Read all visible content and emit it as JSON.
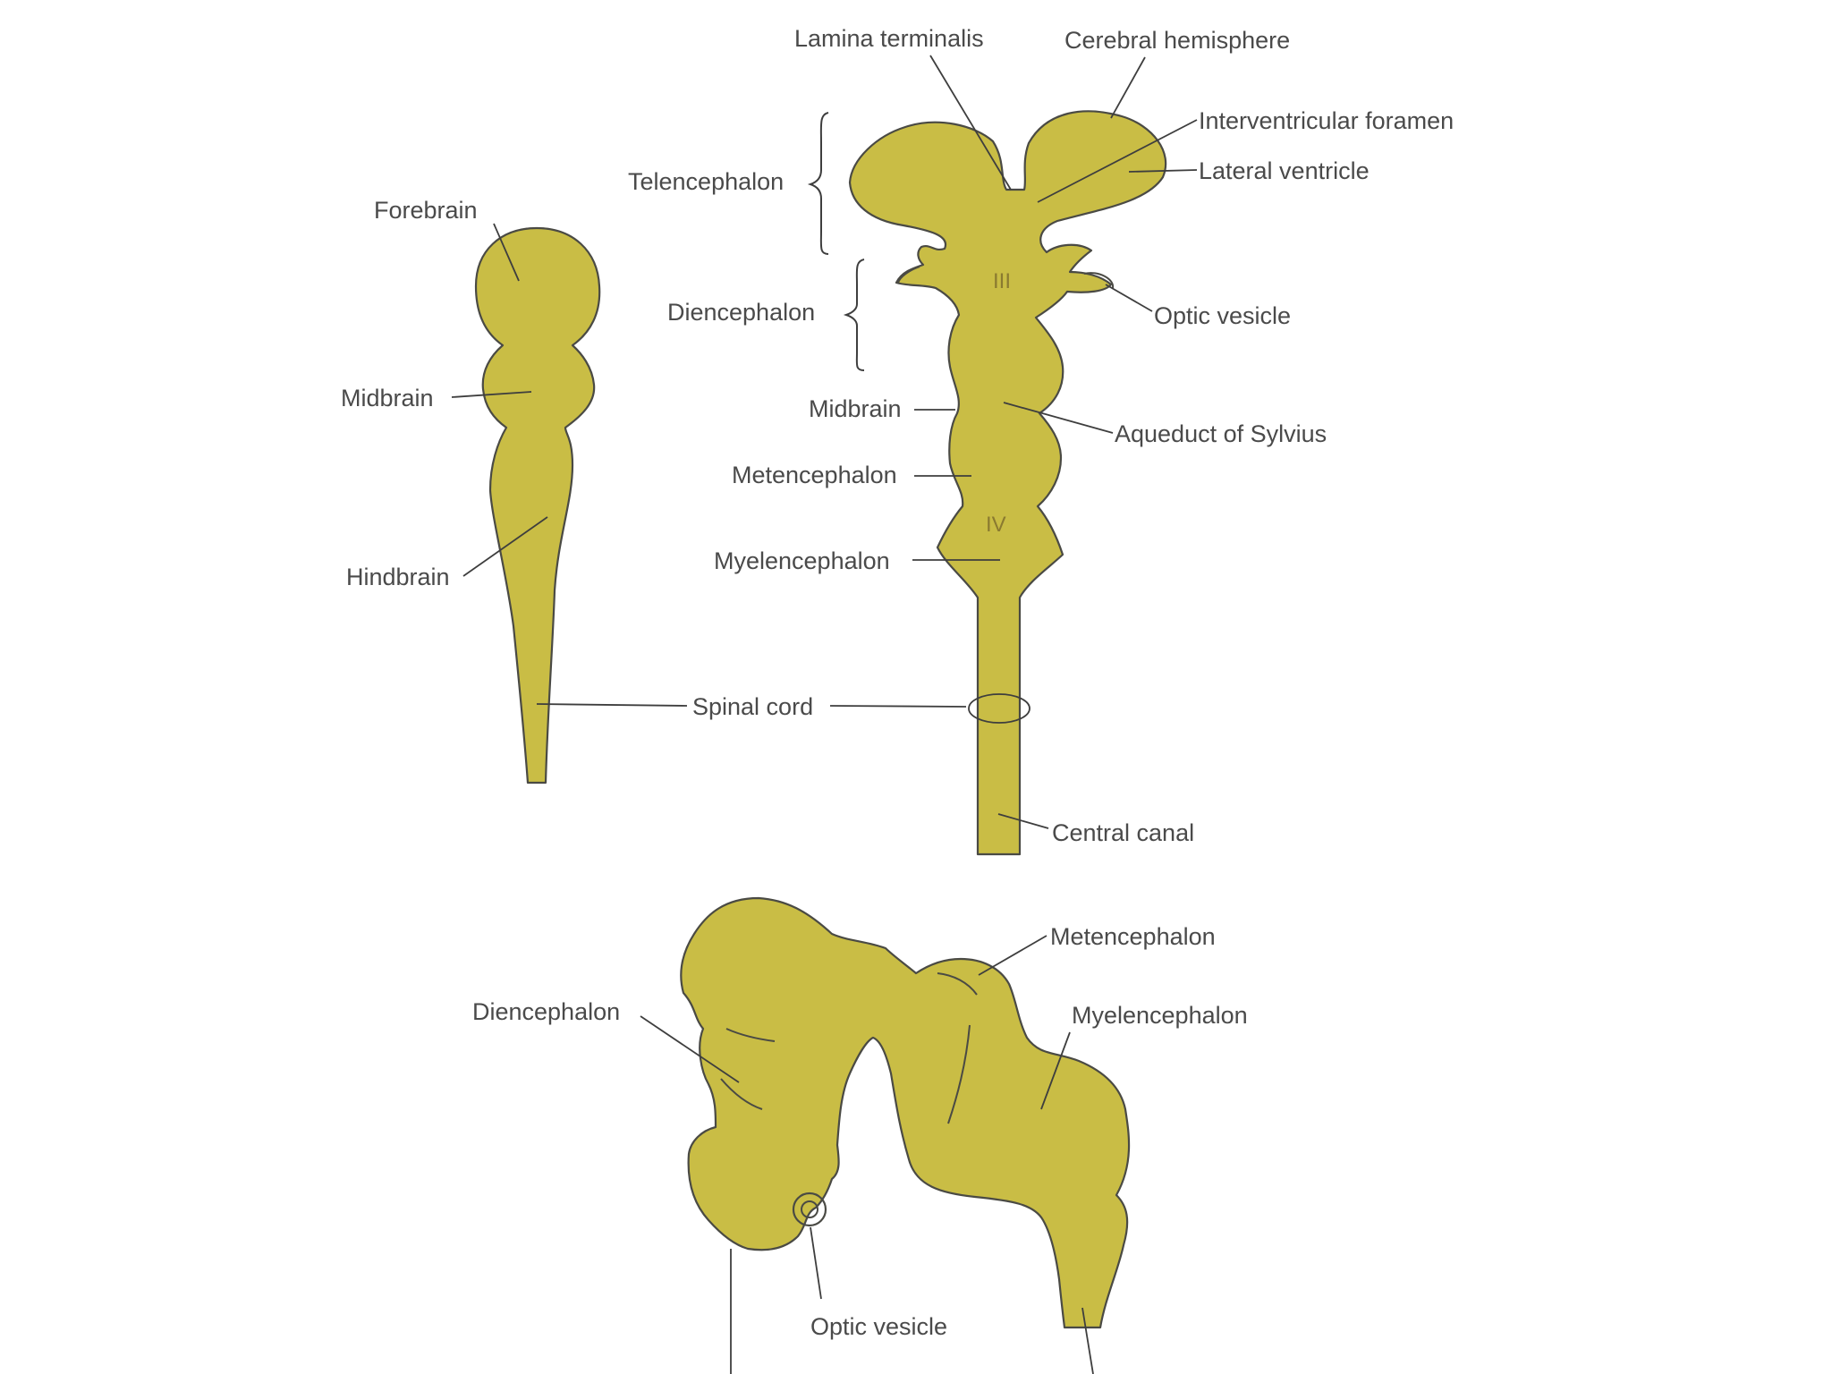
{
  "colors": {
    "tissue_fill": "#c9bd45",
    "outline": "#4a4a44",
    "label_text": "#4a4a4a",
    "background": "#ffffff"
  },
  "three_vesicle_stage": {
    "forebrain": "Forebrain",
    "midbrain": "Midbrain",
    "hindbrain": "Hindbrain"
  },
  "shared": {
    "spinal_cord": "Spinal cord"
  },
  "five_vesicle_stage": {
    "lamina_terminalis": "Lamina terminalis",
    "cerebral_hemisphere": "Cerebral hemisphere",
    "interventricular_foramen": "Interventricular foramen",
    "lateral_ventricle": "Lateral ventricle",
    "telencephalon": "Telencephalon",
    "diencephalon": "Diencephalon",
    "third_ventricle": "III",
    "optic_vesicle": "Optic vesicle",
    "midbrain": "Midbrain",
    "aqueduct": "Aqueduct of Sylvius",
    "metencephalon": "Metencephalon",
    "fourth_ventricle": "IV",
    "myelencephalon": "Myelencephalon",
    "central_canal": "Central canal"
  },
  "lateral_view": {
    "diencephalon": "Diencephalon",
    "metencephalon": "Metencephalon",
    "myelencephalon": "Myelencephalon",
    "optic_vesicle": "Optic vesicle"
  }
}
